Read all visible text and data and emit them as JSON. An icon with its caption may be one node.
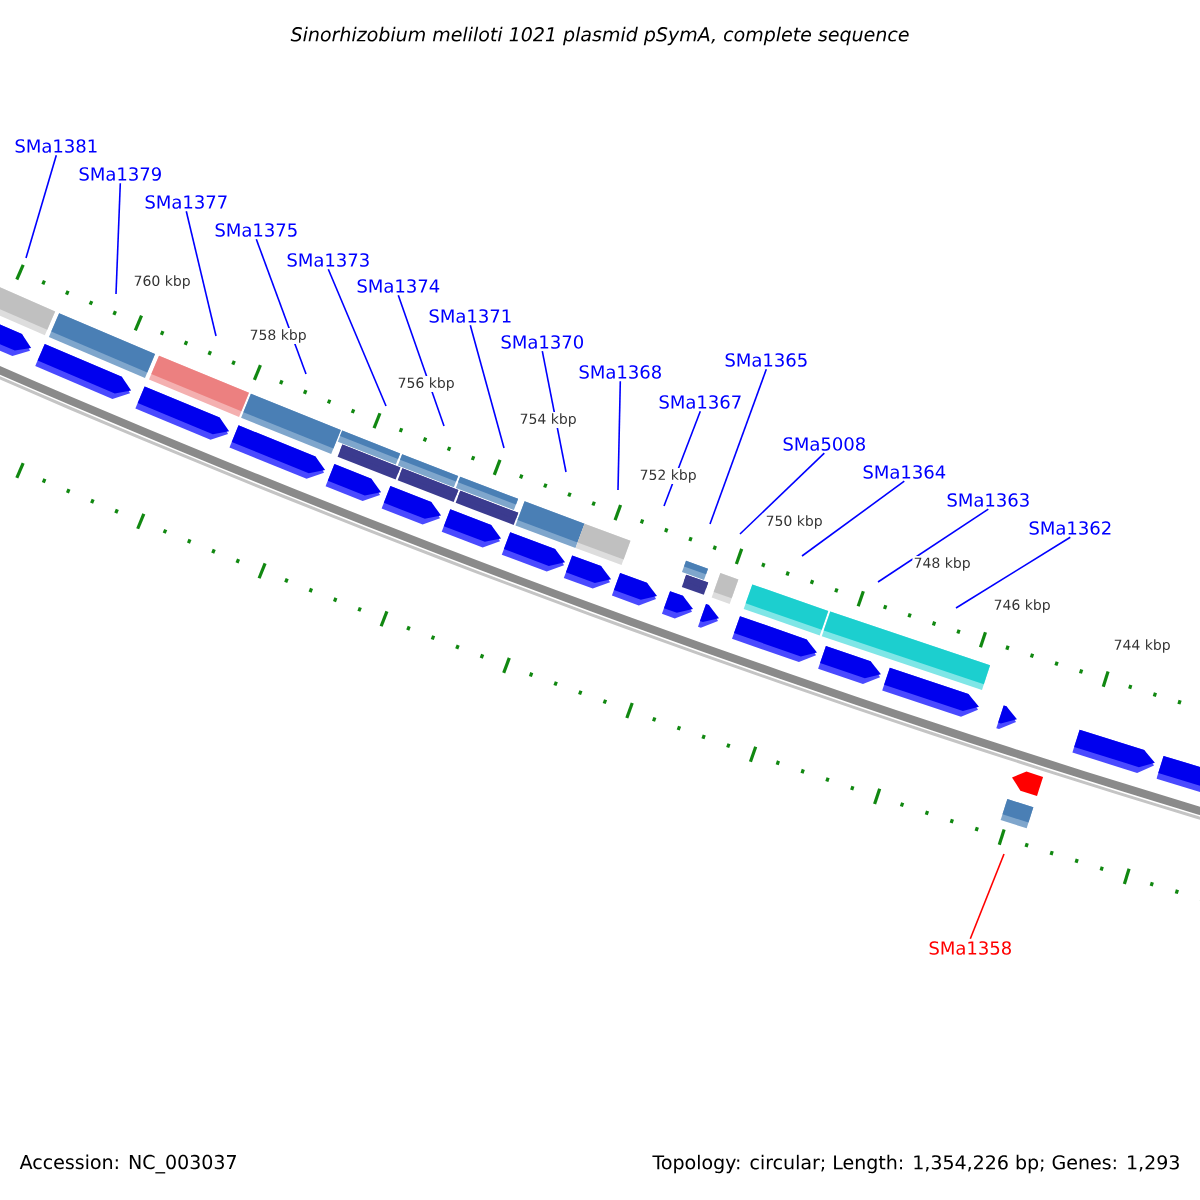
{
  "diagram": {
    "title": "Sinorhizobium meliloti 1021 plasmid pSymA, complete sequence",
    "nodes": [
      {
        "text": [
          "SMa1381"
        ]
      },
      {
        "text": [
          "SMa1379"
        ]
      },
      {
        "text": [
          "SMa1377"
        ]
      },
      {
        "text": [
          "SMa1375"
        ]
      },
      {
        "text": [
          "SMa1373"
        ]
      },
      {
        "text": [
          "SMa1374"
        ]
      },
      {
        "text": [
          "SMa1371"
        ]
      },
      {
        "text": [
          "SMa1370"
        ]
      },
      {
        "text": [
          "SMa1368"
        ]
      },
      {
        "text": [
          "SMa1367"
        ]
      },
      {
        "text": [
          "SMa1365"
        ]
      },
      {
        "text": [
          "SMa5008"
        ]
      },
      {
        "text": [
          "SMa1364"
        ]
      },
      {
        "text": [
          "SMa1363"
        ]
      },
      {
        "text": [
          "SMa1362"
        ]
      },
      {
        "text": [
          "SMa1358"
        ]
      }
    ],
    "edges": [
      {
        "from": 0,
        "to": null,
        "arrow": "none"
      },
      {
        "from": 1,
        "to": null,
        "arrow": "none"
      },
      {
        "from": 2,
        "to": null,
        "arrow": "none"
      },
      {
        "from": 3,
        "to": null,
        "arrow": "none"
      },
      {
        "from": 4,
        "to": null,
        "arrow": "none"
      },
      {
        "from": 5,
        "to": null,
        "arrow": "none"
      },
      {
        "from": 6,
        "to": null,
        "arrow": "none"
      },
      {
        "from": 7,
        "to": null,
        "arrow": "none"
      },
      {
        "from": 8,
        "to": null,
        "arrow": "none"
      },
      {
        "from": 9,
        "to": null,
        "arrow": "none"
      },
      {
        "from": 10,
        "to": null,
        "arrow": "none"
      },
      {
        "from": 11,
        "to": null,
        "arrow": "none"
      },
      {
        "from": 12,
        "to": null,
        "arrow": "none"
      },
      {
        "from": 13,
        "to": null,
        "arrow": "none"
      },
      {
        "from": 14,
        "to": null,
        "arrow": "none"
      },
      {
        "from": 15,
        "to": null,
        "arrow": "none",
        "color": "#ff0000"
      }
    ],
    "labels": [
      "760 kbp",
      "758 kbp",
      "756 kbp",
      "754 kbp",
      "752 kbp",
      "750 kbp",
      "748 kbp",
      "746 kbp",
      "744 kbp",
      "Accession: NC_003037",
      "Topology: circular; Length: 1,354,226 bp; Genes: 1,293"
    ]
  }
}
